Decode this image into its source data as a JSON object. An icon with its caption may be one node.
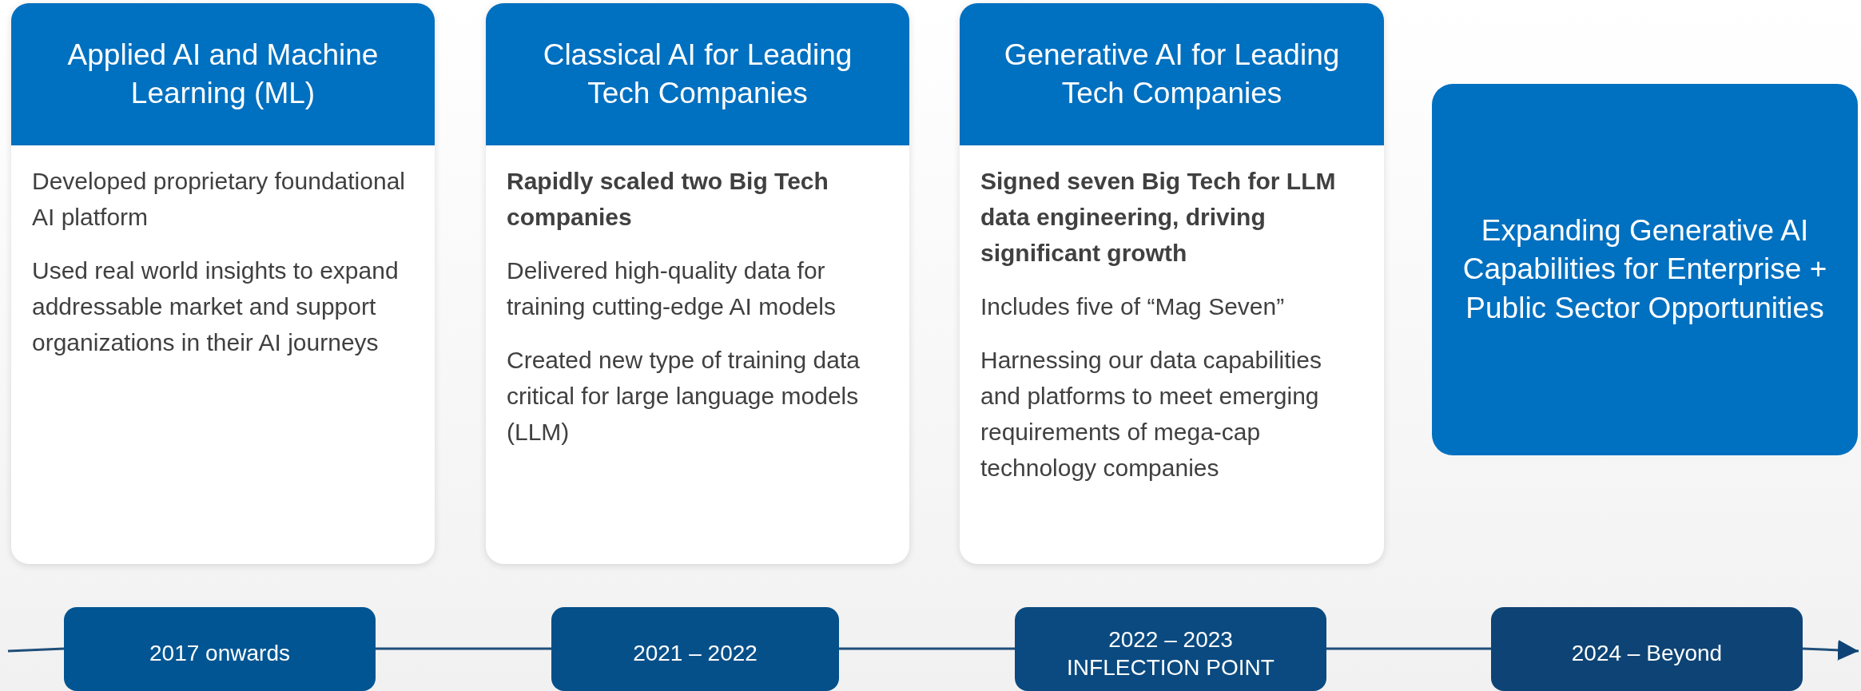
{
  "diagram": {
    "nodes": [
      {
        "text": [
          "Applied AI and Machine Learning (ML)",
          "Developed proprietary foundational AI platform",
          "Used real world insights to expand addressable market and support organizations in their AI journeys"
        ]
      },
      {
        "text": [
          "Classical AI for Leading Tech Companies",
          "Rapidly scaled two Big Tech companies",
          "Delivered high-quality data for training cutting-edge AI models",
          "Created new type of training data critical for large language models (LLM)"
        ]
      },
      {
        "text": [
          "Generative AI for Leading Tech Companies",
          "Signed seven Big Tech for LLM data engineering, driving significant growth",
          "Includes five of “Mag Seven”",
          "Harnessing our data capabilities and platforms to meet emerging requirements of mega-cap technology companies"
        ]
      },
      {
        "text": [
          "Expanding Generative AI Capabilities for Enterprise + Public Sector Opportunities"
        ]
      },
      {
        "text": [
          "2017 onwards"
        ]
      },
      {
        "text": [
          "2021 – 2022"
        ]
      },
      {
        "text": [
          "2022 – 2023",
          "INFLECTION POINT"
        ]
      },
      {
        "text": [
          "2024 – Beyond"
        ]
      }
    ],
    "edges": [
      {
        "from": null,
        "to": 4,
        "arrow": "none"
      },
      {
        "from": 4,
        "to": 5,
        "arrow": "none"
      },
      {
        "from": 5,
        "to": 6,
        "arrow": "none"
      },
      {
        "from": 6,
        "to": 7,
        "arrow": "none"
      },
      {
        "from": 7,
        "to": null,
        "arrow": "to"
      }
    ]
  }
}
